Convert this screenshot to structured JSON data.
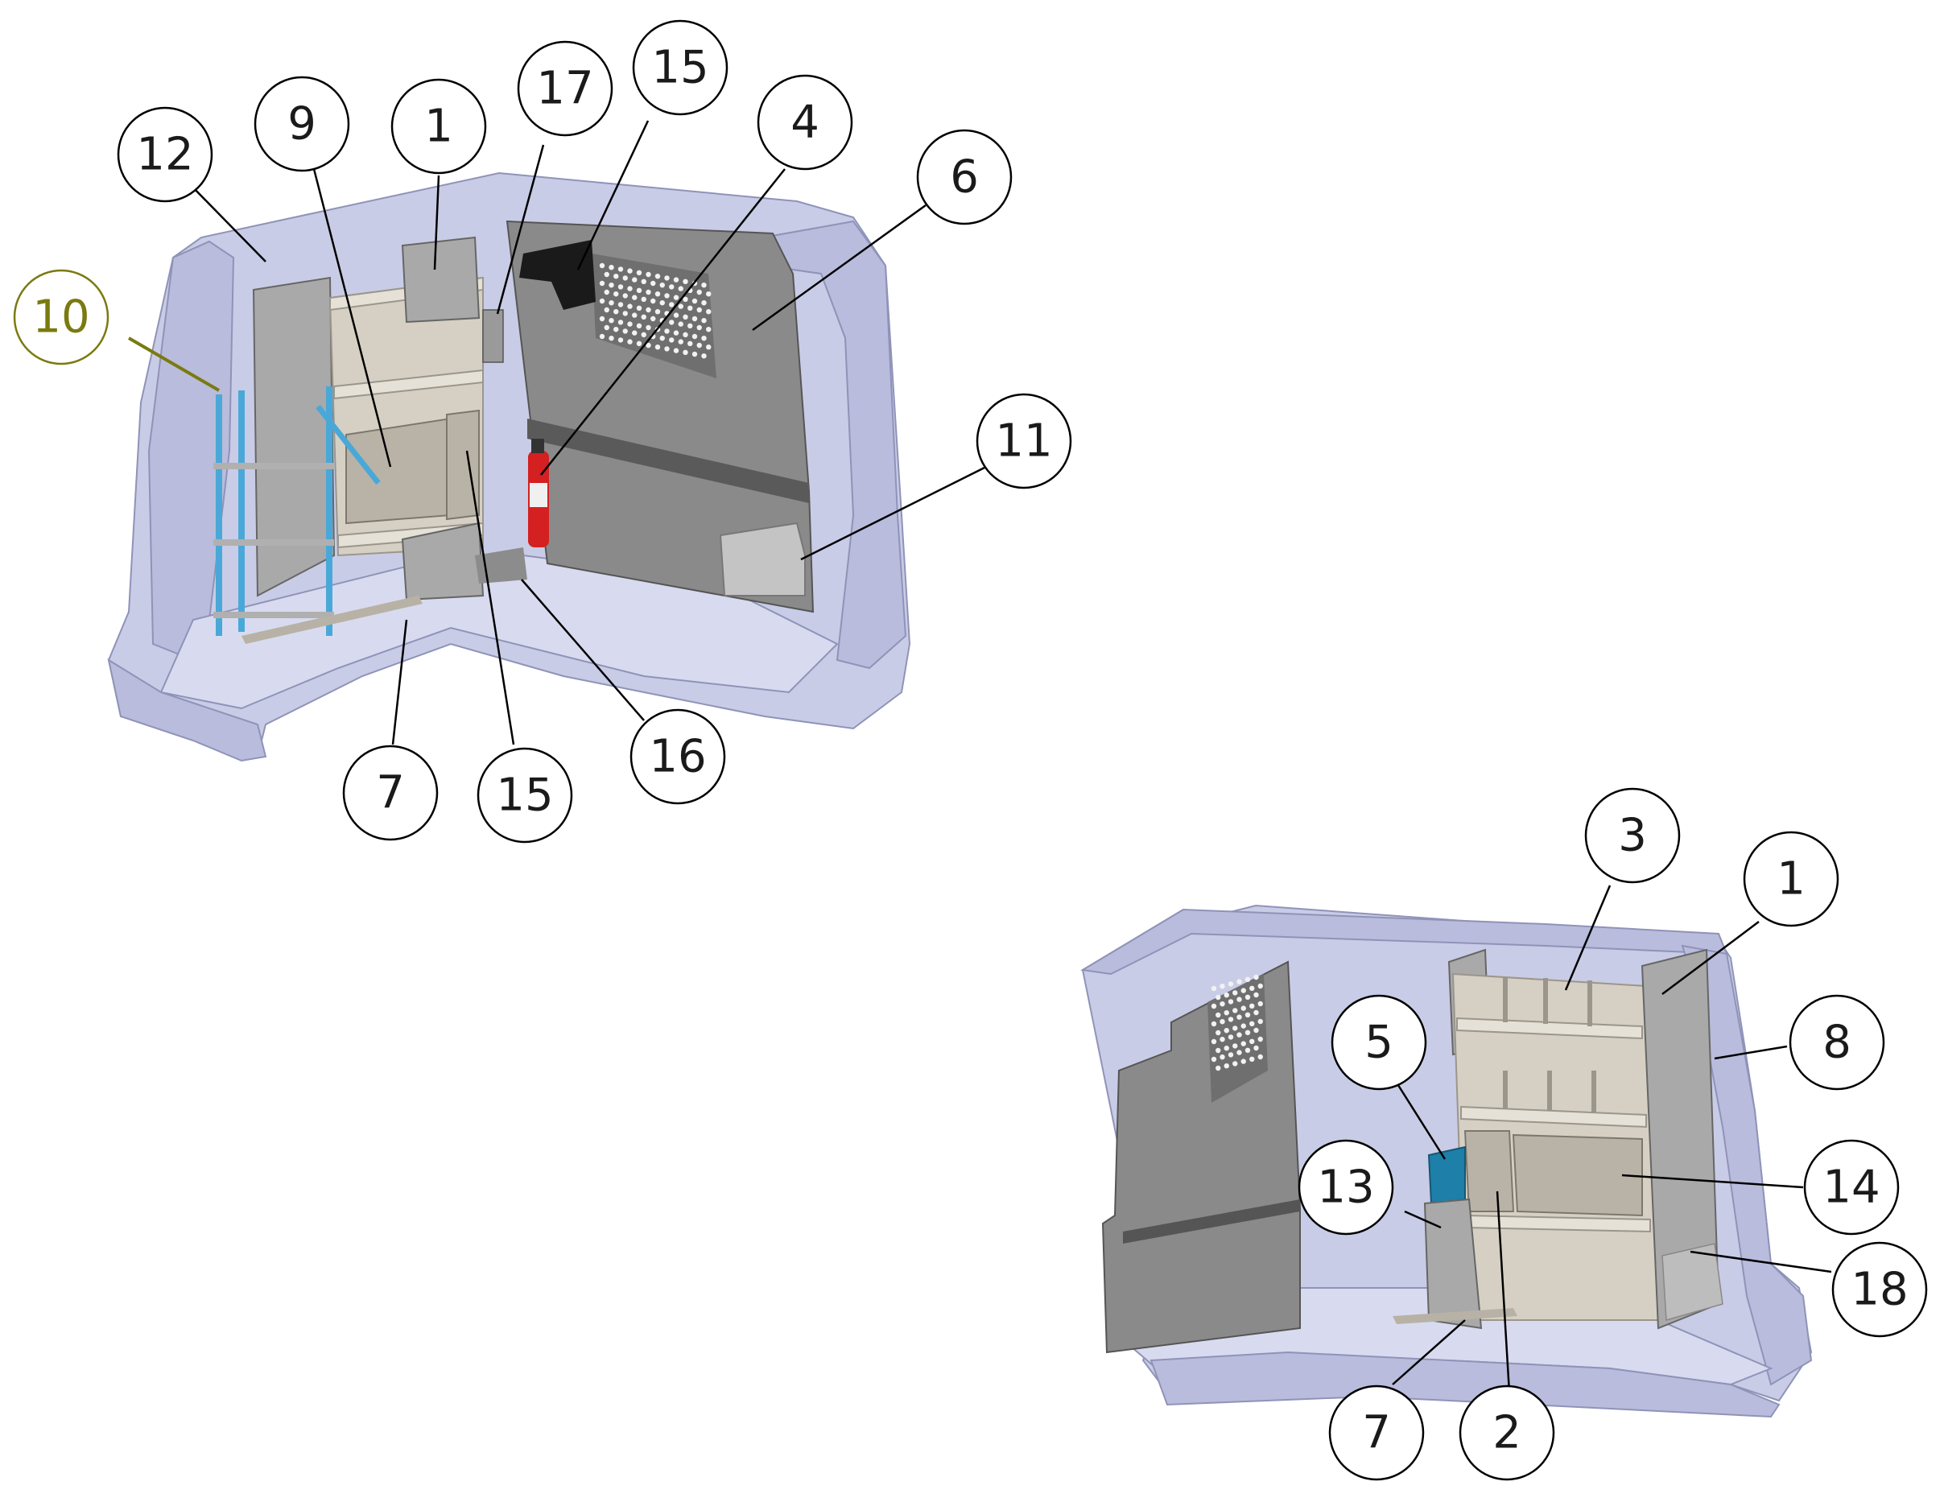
{
  "colors": {
    "van_body": "#c9cce6",
    "van_edge": "#8f93b8",
    "partition": "#8a8a8a",
    "partition_light": "#a9a9a9",
    "shelf": "#d6d0c4",
    "shelf_edge": "#9b968c",
    "ladder_rack": "#4aa8d8",
    "extinguisher": "#d42020",
    "bin_blue": "#1e7fa8",
    "callout_highlight": "#7a7a10"
  },
  "callouts": [
    {
      "id": "c12",
      "label": "12"
    },
    {
      "id": "c9",
      "label": "9"
    },
    {
      "id": "c1a",
      "label": "1"
    },
    {
      "id": "c17",
      "label": "17"
    },
    {
      "id": "c15a",
      "label": "15"
    },
    {
      "id": "c4",
      "label": "4"
    },
    {
      "id": "c6",
      "label": "6"
    },
    {
      "id": "c10",
      "label": "10"
    },
    {
      "id": "c11",
      "label": "11"
    },
    {
      "id": "c7a",
      "label": "7"
    },
    {
      "id": "c15b",
      "label": "15"
    },
    {
      "id": "c16",
      "label": "16"
    },
    {
      "id": "c3",
      "label": "3"
    },
    {
      "id": "c1b",
      "label": "1"
    },
    {
      "id": "c8",
      "label": "8"
    },
    {
      "id": "c5",
      "label": "5"
    },
    {
      "id": "c14",
      "label": "14"
    },
    {
      "id": "c13",
      "label": "13"
    },
    {
      "id": "c18",
      "label": "18"
    },
    {
      "id": "c7b",
      "label": "7"
    },
    {
      "id": "c2",
      "label": "2"
    }
  ]
}
